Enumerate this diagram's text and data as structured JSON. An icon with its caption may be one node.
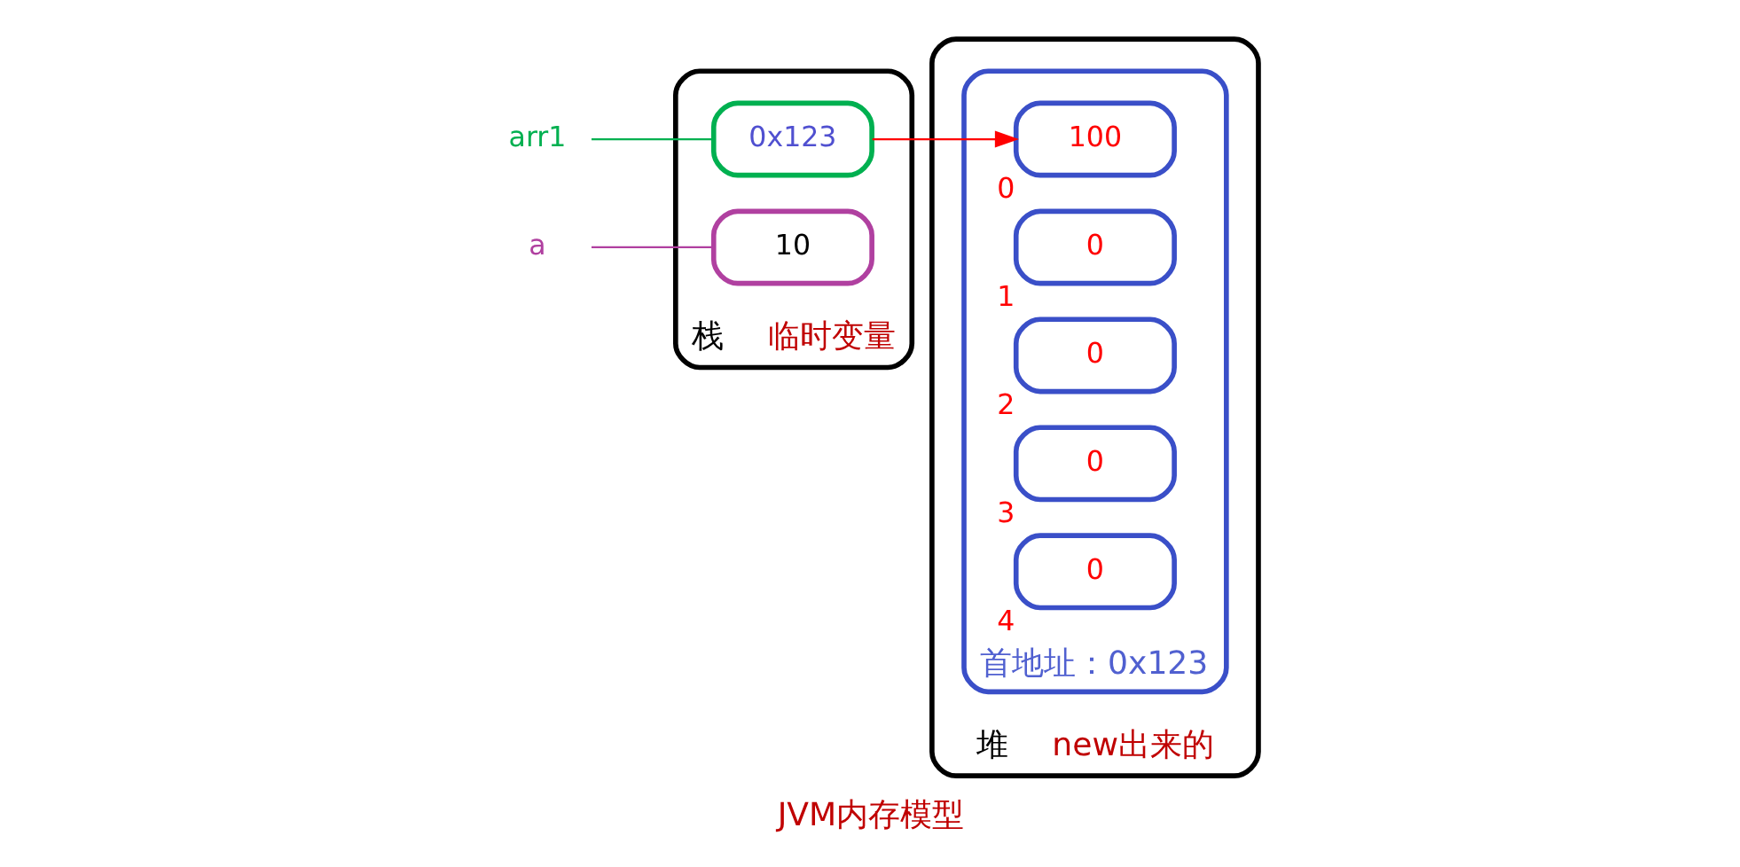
{
  "diagram": {
    "nodes": [
      {
        "text": [
          "栈"
        ],
        "beside": [
          "临时变量"
        ]
      },
      {
        "text": [
          "0x123"
        ],
        "in": 0
      },
      {
        "text": [
          "10"
        ],
        "in": 0
      },
      {
        "text": [
          "arr1"
        ]
      },
      {
        "text": [
          "a"
        ]
      },
      {
        "text": [
          "堆"
        ],
        "beside": [
          "new出来的"
        ]
      },
      {
        "text": [
          "首地址：0x123"
        ],
        "in": 5
      },
      {
        "text": [
          "100"
        ],
        "in": 6,
        "beside": [
          "0"
        ]
      },
      {
        "text": [
          "0"
        ],
        "in": 6,
        "beside": [
          "1"
        ]
      },
      {
        "text": [
          "0"
        ],
        "in": 6,
        "beside": [
          "2"
        ]
      },
      {
        "text": [
          "0"
        ],
        "in": 6,
        "beside": [
          "3"
        ]
      },
      {
        "text": [
          "0"
        ],
        "in": 6,
        "beside": [
          "4"
        ]
      }
    ],
    "edges": [
      {
        "from": 3,
        "to": 1,
        "arrow": "none",
        "color": "#00b050"
      },
      {
        "from": 4,
        "to": 2,
        "arrow": "none",
        "color": "#b040a0"
      },
      {
        "from": 1,
        "to": 7,
        "arrow": "to",
        "color": "#ff0000"
      }
    ],
    "caption": "JVM内存模型"
  }
}
